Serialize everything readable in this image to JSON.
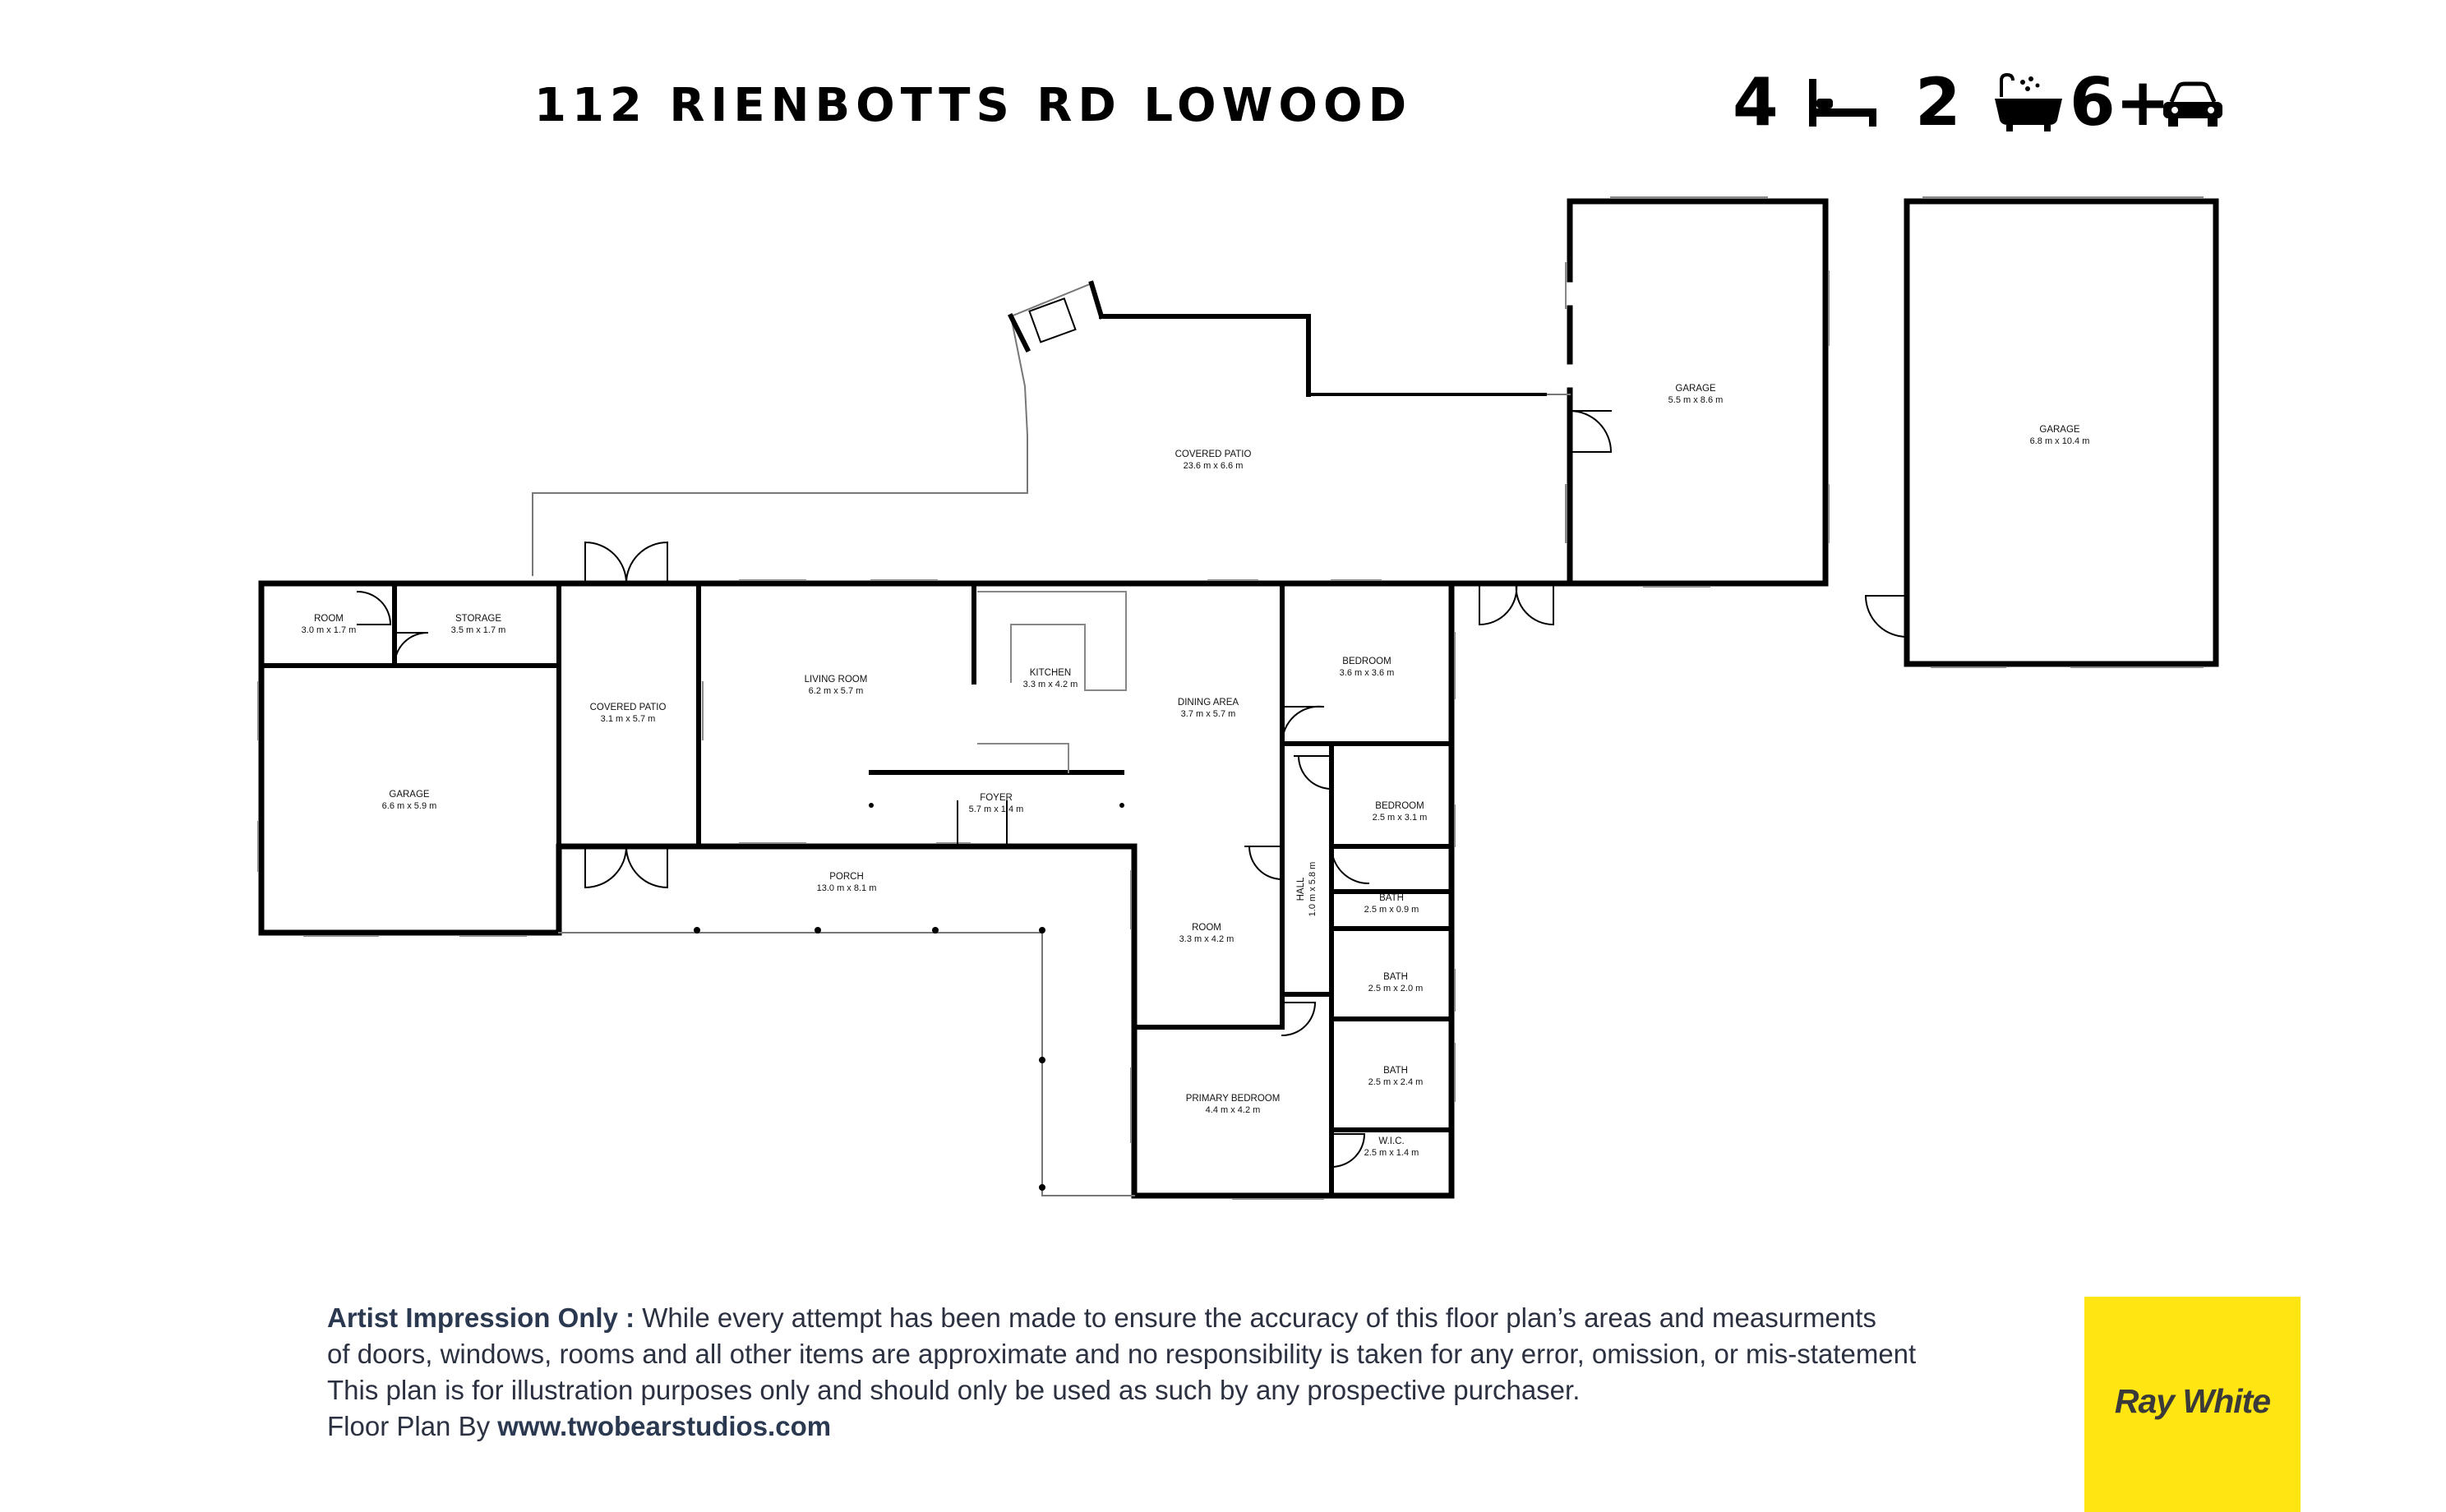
{
  "header": {
    "title": "112 RIENBOTTS RD LOWOOD",
    "bedrooms": "4",
    "bathrooms": "2",
    "car_spaces": "6+",
    "icons": [
      "bed-icon",
      "bathtub-icon",
      "car-icon"
    ]
  },
  "rooms": {
    "garage_top_right": {
      "name": "GARAGE",
      "dim": "5.5 m x 8.6 m"
    },
    "garage_detached": {
      "name": "GARAGE",
      "dim": "6.8 m x 10.4 m"
    },
    "covered_patio_main": {
      "name": "COVERED PATIO",
      "dim": "23.6 m x 6.6 m"
    },
    "room_small": {
      "name": "ROOM",
      "dim": "3.0 m x 1.7 m"
    },
    "storage": {
      "name": "STORAGE",
      "dim": "3.5 m x 1.7 m"
    },
    "garage_left": {
      "name": "GARAGE",
      "dim": "6.6 m x 5.9 m"
    },
    "covered_patio_small": {
      "name": "COVERED PATIO",
      "dim": "3.1 m x 5.7 m"
    },
    "living_room": {
      "name": "LIVING ROOM",
      "dim": "6.2 m x 5.7 m"
    },
    "kitchen": {
      "name": "KITCHEN",
      "dim": "3.3 m x 4.2 m"
    },
    "dining_area": {
      "name": "DINING AREA",
      "dim": "3.7 m x 5.7 m"
    },
    "foyer": {
      "name": "FOYER",
      "dim": "5.7 m x 1.4 m"
    },
    "bedroom_1": {
      "name": "BEDROOM",
      "dim": "3.6 m x 3.6 m"
    },
    "bedroom_2": {
      "name": "BEDROOM",
      "dim": "2.5 m x 3.1 m"
    },
    "hall": {
      "name": "HALL",
      "dim": "1.0 m x 5.8 m"
    },
    "bath_1": {
      "name": "BATH",
      "dim": "2.5 m x 0.9 m"
    },
    "bath_2": {
      "name": "BATH",
      "dim": "2.5 m x 2.0 m"
    },
    "bath_3": {
      "name": "BATH",
      "dim": "2.5 m x 2.4 m"
    },
    "porch": {
      "name": "PORCH",
      "dim": "13.0 m x 8.1 m"
    },
    "room_mid": {
      "name": "ROOM",
      "dim": "3.3 m x 4.2 m"
    },
    "primary_bedroom": {
      "name": "PRIMARY BEDROOM",
      "dim": "4.4 m x 4.2 m"
    },
    "wic": {
      "name": "W.I.C.",
      "dim": "2.5 m x 1.4 m"
    }
  },
  "disclaimer": {
    "lead": "Artist Impression Only :",
    "line1": " While every attempt has been made to ensure the accuracy of this floor plan’s areas and measurments",
    "line2": "of doors, windows, rooms and all other items are approximate and no responsibility is taken for any error, omission, or mis-statement",
    "line3": "This plan is for illustration purposes only and should only be used as such by any prospective purchaser.",
    "credit_prefix": "Floor Plan By ",
    "credit_link": "www.twobearstudios.com"
  },
  "logo": {
    "text": "Ray White",
    "color": "#ffe512"
  }
}
